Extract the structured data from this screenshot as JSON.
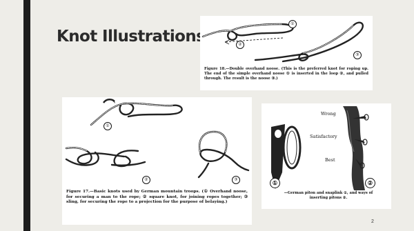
{
  "slide": {
    "title": "Knot Illustrations",
    "page_number": "2"
  },
  "figure_18": {
    "caption": "Figure 18.—Double overhand noose. (This is the preferred knot for roping up. The end of the simple overhand noose ① is inserted in the loop ②, and pulled through. The result is the noose ③.)",
    "labels": [
      "①",
      "②",
      "③"
    ]
  },
  "figure_17": {
    "caption": "Figure 17.—Basic knots used by German mountain troops. (① Overhand noose, for securing a man to the rope; ② square knot, for joining ropes together; ③ sling, for securing the rope to a projection for the purpose of belaying.)",
    "labels": [
      "①",
      "②",
      "③"
    ]
  },
  "figure_piton": {
    "caption": "—German piton and snaplink ①, and ways of inserting pitons ②.",
    "ratings": [
      "Wrong",
      "Satisfactory",
      "Best"
    ],
    "labels": [
      "①",
      "②"
    ]
  }
}
